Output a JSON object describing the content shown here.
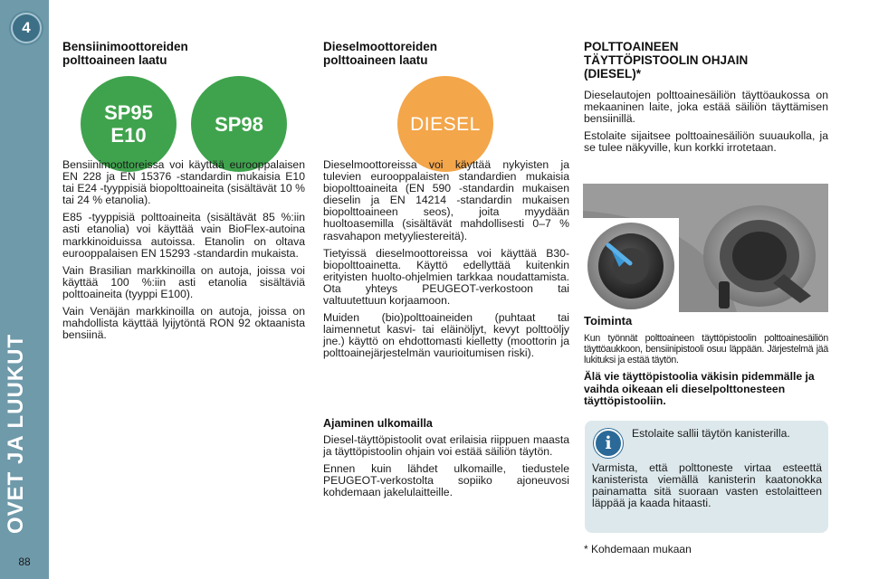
{
  "chapter": {
    "number": "4",
    "title": "OVET JA LUUKUT"
  },
  "page_number": "88",
  "col1": {
    "heading_line1": "Bensiinimoottoreiden",
    "heading_line2": "polttoaineen laatu",
    "badges": [
      {
        "line1": "SP95",
        "line2": "E10"
      },
      {
        "line1": "SP98"
      }
    ],
    "paragraphs": [
      "Bensiinimoottoreissa voi käyttää eurooppalaisen EN 228 ja EN 15376 -standardin mukaisia E10 tai E24 -tyyppisiä biopolttoaineita (sisältävät 10 % tai 24 % etanolia).",
      "E85 -tyyppisiä polttoaineita (sisältävät 85 %:iin asti etanolia) voi käyttää vain BioFlex-autoina markkinoiduissa autoissa. Etanolin on oltava eurooppalaisen EN 15293 -standardin mukaista.",
      "Vain Brasilian markkinoilla on autoja, joissa voi käyttää 100 %:iin asti etanolia sisältäviä polttoaineita (tyyppi E100).",
      "Vain Venäjän markkinoilla on autoja, joissa on mahdollista käyttää lyijytöntä RON 92 oktaanista bensiinä."
    ]
  },
  "col2": {
    "heading_line1": "Dieselmoottoreiden",
    "heading_line2": "polttoaineen laatu",
    "badge": "DIESEL",
    "paragraphs": [
      "Dieselmoottoreissa voi käyttää nykyisten ja tulevien eurooppalaisten standardien mukaisia biopolttoaineita (EN 590 -standardin mukaisen dieselin ja EN 14214 -standardin mukaisen biopolttoaineen seos), joita myydään huoltoasemilla (sisältävät mahdollisesti 0–7 % rasvahapon metyyliestereitä).",
      "Tietyissä dieselmoottoreissa voi käyttää B30-biopolttoainetta. Käyttö edellyttää kuitenkin erityisten huolto-ohjelmien tarkkaa noudattamista. Ota yhteys PEUGEOT-verkostoon tai valtuutettuun korjaamoon.",
      "Muiden (bio)polttoaineiden (puhtaat tai laimennetut kasvi- tai eläinöljyt, kevyt polttoöljy jne.) käyttö on ehdottomasti kielletty (moottorin ja polttoainejärjestelmän vaurioitumisen riski)."
    ],
    "sub_heading": "Ajaminen ulkomailla",
    "sub_paragraphs": [
      "Diesel-täyttöpistoolit ovat erilaisia riippuen maasta ja täyttöpistoolin ohjain voi estää säiliön täytön.",
      "Ennen kuin lähdet ulkomaille, tiedustele PEUGEOT-verkostolta sopiiko ajoneuvosi kohdemaan jakelulaitteille."
    ]
  },
  "col3": {
    "heading_line1": "POLTTOAINEEN",
    "heading_line2": "TÄYTTÖPISTOOLIN OHJAIN",
    "heading_line3": "(DIESEL)*",
    "paragraphs": [
      "Dieselautojen polttoainesäiliön täyttöaukossa on mekaaninen laite, joka estää säiliön täyttämisen bensiinillä.",
      "Estolaite sijaitsee polttoainesäiliön suuaukolla, ja se tulee näkyville, kun korkki irrotetaan."
    ],
    "operation_heading": "Toiminta",
    "operation_text": "Kun työnnät polttoaineen täyttöpistoolin polttoainesäiliön täyttöaukkoon, bensiinipistooli osuu läppään. Järjestelmä jää lukituksi ja estää täytön.",
    "warning": "Älä vie täyttöpistoolia väkisin pidemmälle ja vaihda oikeaan eli dieselpolttonesteen täyttöpistooliin.",
    "info_text_1": "Estolaite sallii täytön kanisterilla.",
    "info_text_2": "Varmista, että polttoneste virtaa esteettä kanisterista viemällä kanisterin kaatonokka painamatta sitä suoraan vasten estolaitteen läppää ja kaada hitaasti.",
    "footnote": "* Kohdemaan mukaan"
  },
  "colors": {
    "sidebar": "#6f9aaa",
    "green_badge": "#3fa34d",
    "orange_badge": "#f3a64a",
    "info_box": "#dde8ec",
    "info_icon": "#2b6a98"
  },
  "icons": [
    "info-icon"
  ]
}
